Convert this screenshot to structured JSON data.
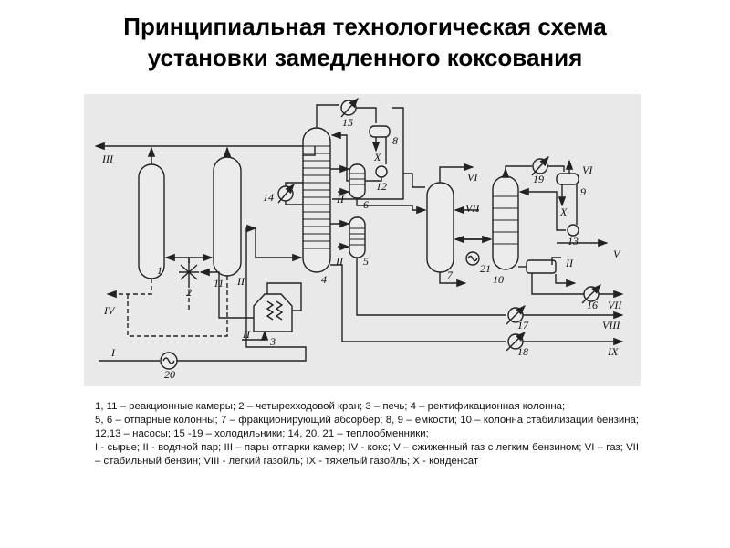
{
  "title": {
    "line1": "Принципиальная технологическая схема",
    "line2": "установки замедленного коксования"
  },
  "diagram": {
    "labels": {
      "n1": "1",
      "n2": "2",
      "n3": "3",
      "n4": "4",
      "n5": "5",
      "n6": "6",
      "n7": "7",
      "n8": "8",
      "n9": "9",
      "n10": "10",
      "n11": "11",
      "n12": "12",
      "n13": "13",
      "n14": "14",
      "n15": "15",
      "n16": "16",
      "n17": "17",
      "n18": "18",
      "n19": "19",
      "n20": "20",
      "n21": "21",
      "r1": "I",
      "r2a": "II",
      "r2b": "II",
      "r2c": "II",
      "r2d": "II",
      "r2e": "II",
      "r3": "III",
      "r4": "IV",
      "r5": "V",
      "r6a": "VI",
      "r6b": "VI",
      "r7a": "VII",
      "r7b": "VII",
      "r8": "VIII",
      "r9": "IX",
      "r10a": "X",
      "r10b": "X"
    }
  },
  "caption": {
    "p1": "1, 11 – реакционные камеры; 2 – четырехходовой кран; 3 – печь; 4 – ректификационная колонна;",
    "p2": "5, 6 – отпарные колонны; 7 – фракционирующий абсорбер; 8, 9 – емкости; 10 – колонна стабилизации бензина; 12,13 – насосы; 15 -19 – холодильники; 14,  20, 21 – теплообменники;",
    "p3": "I - сырье; II - водяной  пар; III – пары  отпарки камер; IV - кокс; V – сжиженный газ с легким бензином; VI – газ; VII – стабильный бензин; VIII - легкий газойль; IX - тяжелый газойль; X - конденсат"
  }
}
